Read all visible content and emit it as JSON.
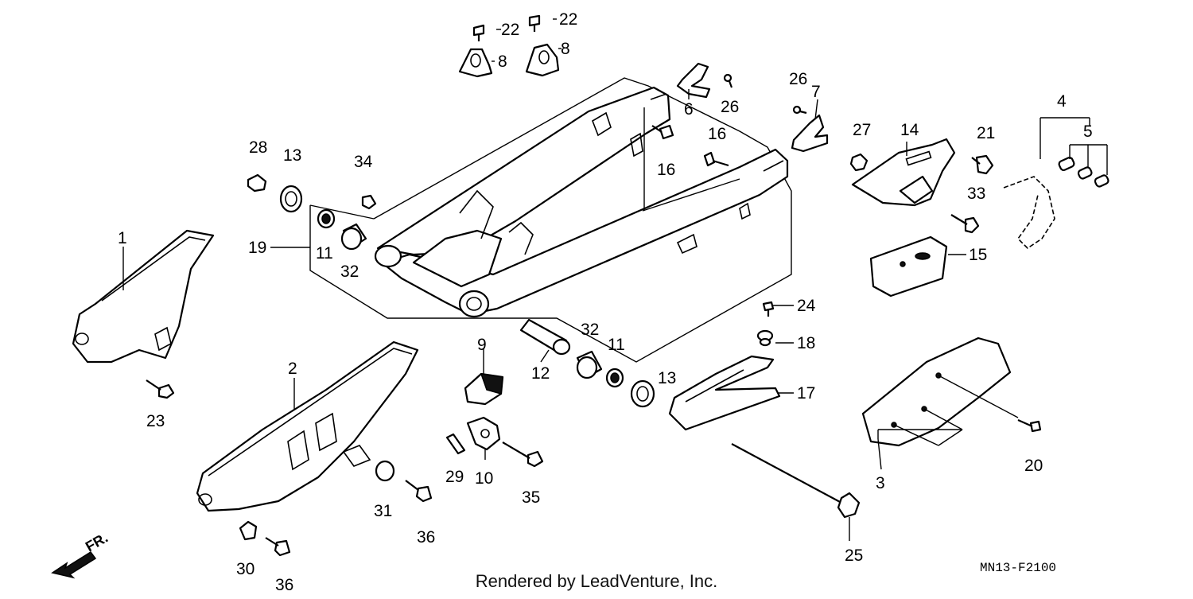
{
  "diagram": {
    "credit": "Rendered by LeadVenture, Inc.",
    "reference_code": "MN13-F2100",
    "direction_label": "FR.",
    "callouts": {
      "c1": "1",
      "c2": "2",
      "c3": "3",
      "c4": "4",
      "c5": "5",
      "c6": "6",
      "c7": "7",
      "c8a": "8",
      "c8b": "8",
      "c9": "9",
      "c10": "10",
      "c11a": "11",
      "c11b": "11",
      "c12": "12",
      "c13a": "13",
      "c13b": "13",
      "c14": "14",
      "c15": "15",
      "c16a": "16",
      "c16b": "16",
      "c17": "17",
      "c18": "18",
      "c19": "19",
      "c20": "20",
      "c21": "21",
      "c22a": "22",
      "c22b": "22",
      "c23": "23",
      "c24": "24",
      "c25": "25",
      "c26a": "26",
      "c26b": "26",
      "c27": "27",
      "c28": "28",
      "c29": "29",
      "c30": "30",
      "c31": "31",
      "c32a": "32",
      "c32b": "32",
      "c33": "33",
      "c34": "34",
      "c35": "35",
      "c36a": "36",
      "c36b": "36"
    }
  }
}
